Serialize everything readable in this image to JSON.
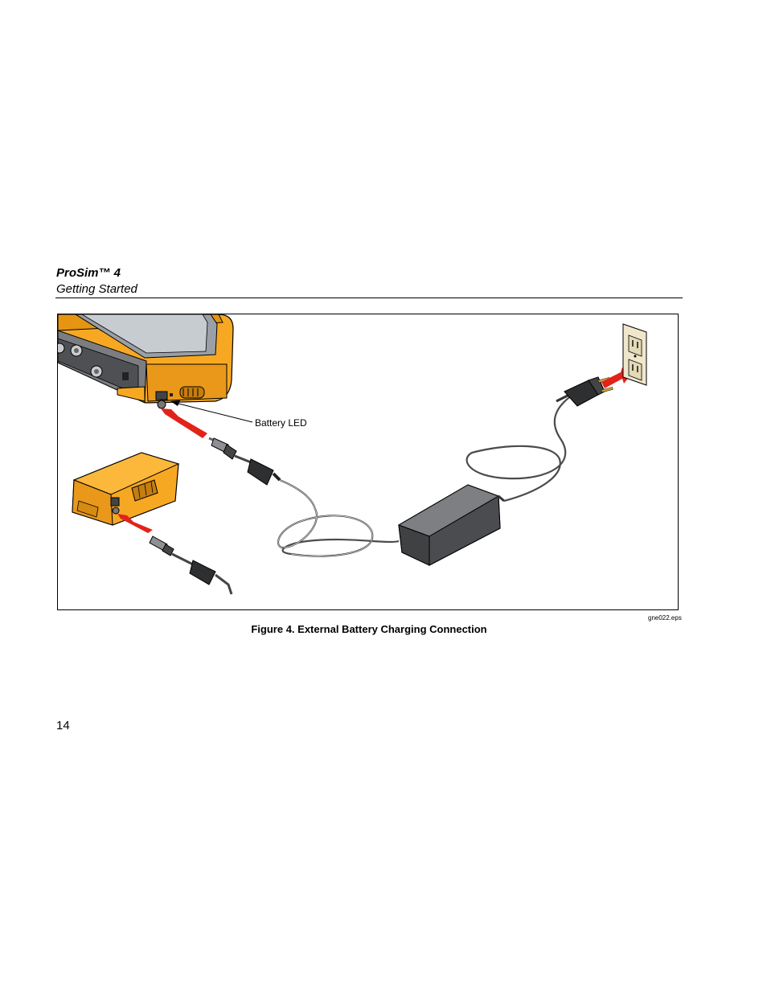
{
  "header": {
    "product_title": "ProSim™ 4",
    "section_title": "Getting Started"
  },
  "figure": {
    "callout_label": "Battery LED",
    "file_id": "gne022.eps",
    "caption": "Figure 4. External Battery Charging Connection",
    "icons": [
      "prosim-device",
      "battery-pack",
      "dc-plug",
      "ferrite-choke",
      "power-adapter",
      "ac-plug",
      "wall-outlet",
      "insert-arrow"
    ],
    "colors": {
      "device_yellow": "#f7a823",
      "adapter_gray": "#5c5e61",
      "arrow_red": "#e2231a",
      "outlet_beige": "#efe6cc"
    }
  },
  "footer": {
    "page_number": "14"
  }
}
